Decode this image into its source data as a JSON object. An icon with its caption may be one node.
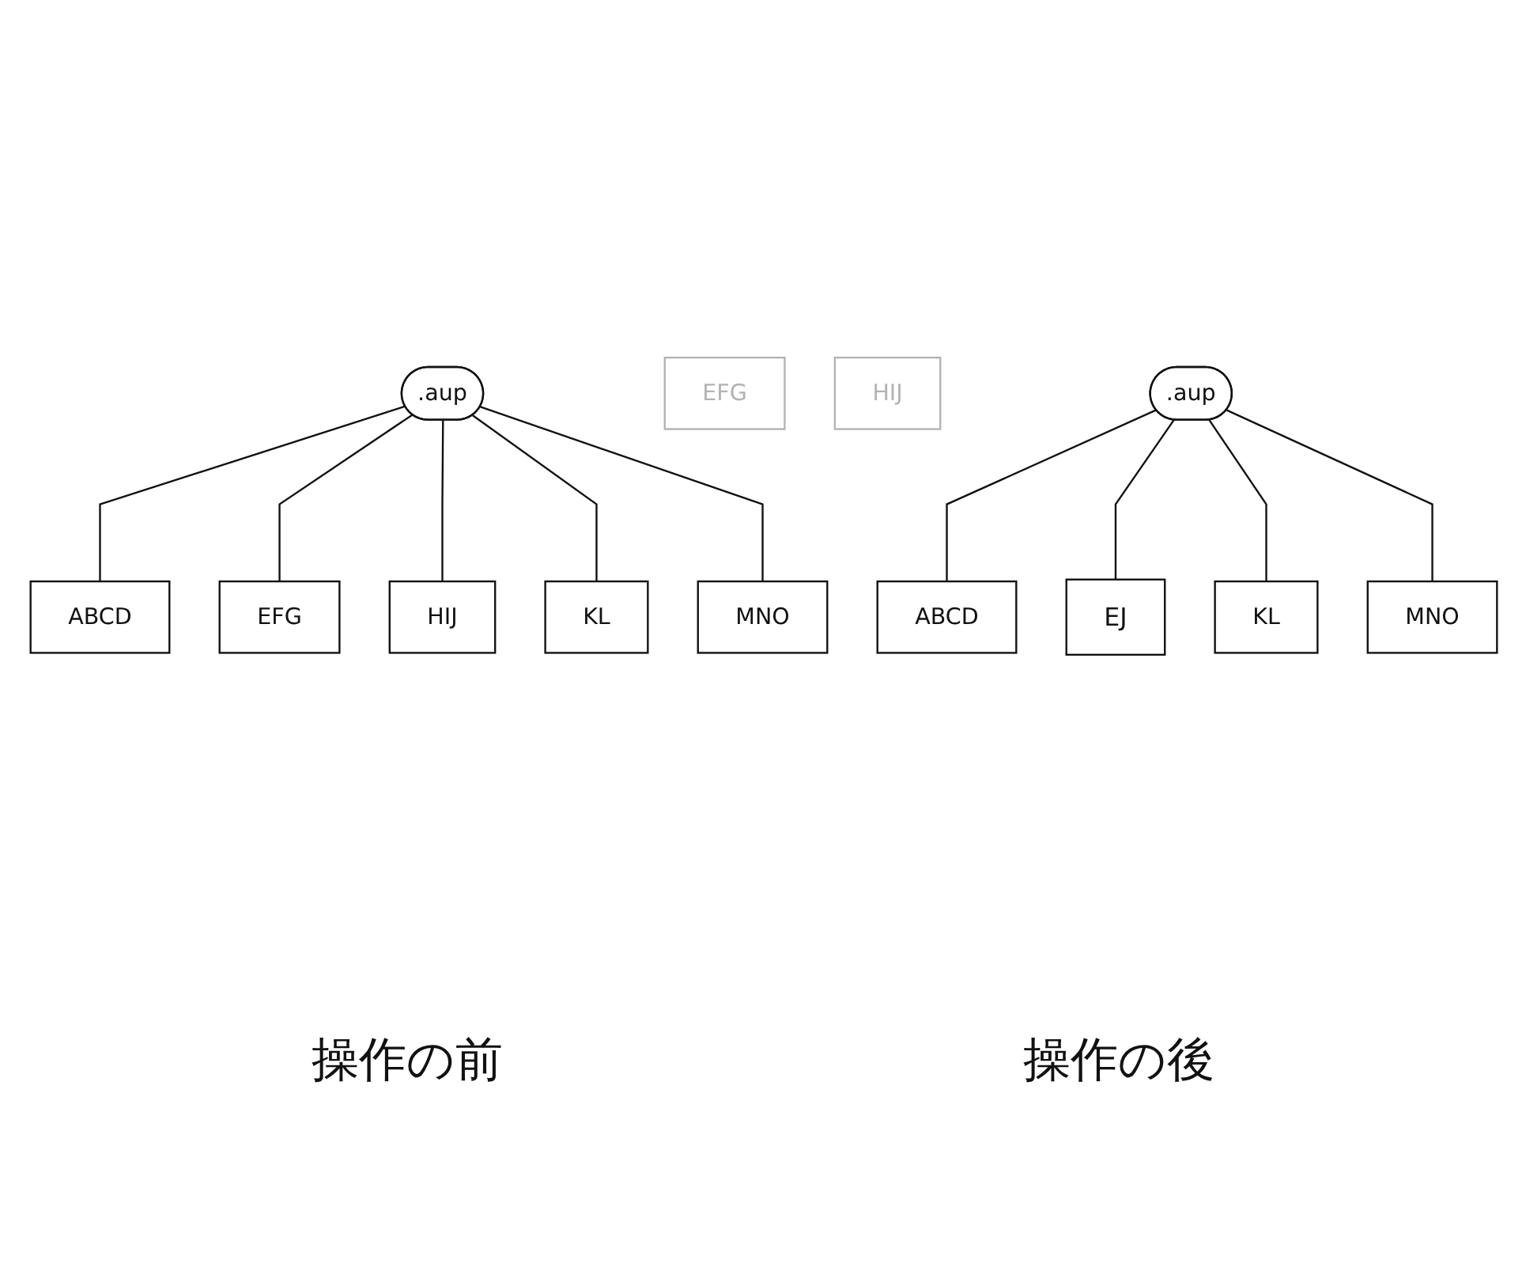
{
  "diagram": {
    "nodes": [
      {
        "text": [
          ".aup"
        ]
      },
      {
        "text": [
          "ABCD"
        ]
      },
      {
        "text": [
          "EFG"
        ]
      },
      {
        "text": [
          "HIJ"
        ]
      },
      {
        "text": [
          "KL"
        ]
      },
      {
        "text": [
          "MNO"
        ]
      },
      {
        "text": [
          ".aup"
        ]
      },
      {
        "text": [
          "ABCD"
        ]
      },
      {
        "text": [
          "EFG"
        ]
      },
      {
        "text": [
          "HIJ"
        ]
      },
      {
        "text": [
          "KL"
        ]
      },
      {
        "text": [
          "MNO"
        ]
      },
      {
        "text": [
          "EJ"
        ]
      }
    ],
    "edges": [
      {
        "from": 0,
        "to": 1,
        "arrow": "none"
      },
      {
        "from": 0,
        "to": 2,
        "arrow": "none"
      },
      {
        "from": 0,
        "to": 3,
        "arrow": "none"
      },
      {
        "from": 0,
        "to": 4,
        "arrow": "none"
      },
      {
        "from": 0,
        "to": 5,
        "arrow": "none"
      },
      {
        "from": 6,
        "to": 7,
        "arrow": "none"
      },
      {
        "from": 6,
        "to": 12,
        "arrow": "none"
      },
      {
        "from": 6,
        "to": 10,
        "arrow": "none"
      },
      {
        "from": 6,
        "to": 11,
        "arrow": "none"
      }
    ],
    "labels": [
      "操作の前",
      "操作の後"
    ]
  }
}
